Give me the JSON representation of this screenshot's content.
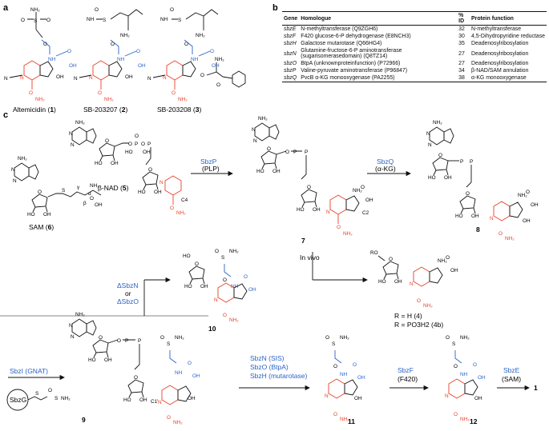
{
  "panels": {
    "a": "a",
    "b": "b",
    "c": "c"
  },
  "compounds_a": [
    {
      "name": "Altemicidin",
      "num": "1"
    },
    {
      "name": "SB-203207",
      "num": "2"
    },
    {
      "name": "SB-203208",
      "num": "3"
    }
  ],
  "table": {
    "headers": [
      "Gene",
      "Homologue",
      "% ID",
      "Protein function"
    ],
    "rows": [
      {
        "gene": "sbzE",
        "homologue": "N-methyltransferase (Q9ZGH6)",
        "id": "32",
        "function": "N-methyltransferase"
      },
      {
        "gene": "sbzF",
        "homologue": "F420 glucose-6-P dehydrogenase (E8NCH3)",
        "id": "30",
        "function": "4,5-Dihydropyridine reductase"
      },
      {
        "gene": "sbzH",
        "homologue": "Galactose mutarotase (Q66HG4)",
        "id": "35",
        "function": "Deadenosylribosylation"
      },
      {
        "gene": "sbzN",
        "homologue": "Glutamine-fructose-6-P aminotransferase (sugarisomerasedomain) (Q8TZ14)",
        "id": "27",
        "function": "Deadenosylribosylation"
      },
      {
        "gene": "sbzO",
        "homologue": "BtpA (unknownproteinfunction) (P72966)",
        "id": "27",
        "function": "Deadenosylribosylation"
      },
      {
        "gene": "sbzP",
        "homologue": "Valine-pyruvate aminotransferase (P96847)",
        "id": "34",
        "function": "β-NAD/SAM annulation"
      },
      {
        "gene": "sbzQ",
        "homologue": "PvcB α-KG monooxygenase (PA2255)",
        "id": "38",
        "function": "α-KG monooxygenase"
      }
    ]
  },
  "scheme": {
    "bnad": "β-NAD",
    "bnad_num": "5",
    "sam": "SAM",
    "sam_num": "6",
    "sbzP": "SbzP",
    "plp": "(PLP)",
    "sbzQ": "SbzQ",
    "akg": "(α-KG)",
    "c7": "7",
    "c8": "8",
    "c9": "9",
    "c10": "10",
    "c11": "11",
    "c12": "12",
    "c1": "1",
    "delta_n": "ΔSbzN",
    "or": "or",
    "delta_o": "ΔSbzO",
    "in_vivo": "In vivo",
    "r_h": "R = H (4)",
    "r_po": "R = PO3H2 (4b)",
    "sbzI": "SbzI (GNAT)",
    "sbzG": "SbzG",
    "sbzN_sis": "SbzN (SIS)",
    "sbzO_btpa": "SbzO (BtpA)",
    "sbzH_mut": "SbzH (mutarotase)",
    "sbzF": "SbzF",
    "f420": "(F420)",
    "sbzE": "SbzE",
    "samE": "(SAM)",
    "c4": "C4",
    "c2": "C2",
    "c1p": "C1'",
    "alpha": "α",
    "gamma": "γ",
    "beta_s": "β"
  }
}
